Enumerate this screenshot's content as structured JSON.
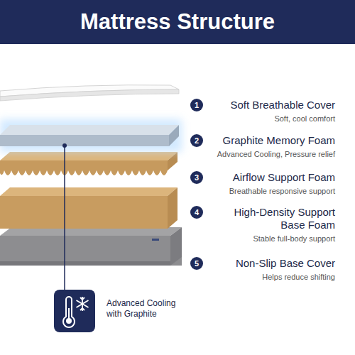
{
  "diagram": {
    "title": "Mattress Structure",
    "labels": [
      "1",
      "Soft Breathable Cover",
      "Soft, cool comfort",
      "2",
      "Graphite Memory Foam",
      "Advanced Cooling, Pressure relief",
      "3",
      "Airflow Support Foam",
      "Breathable responsive support",
      "4",
      "High-Density Support Base Foam",
      "Stable full-body support",
      "5",
      "Non-Slip Base Cover",
      "Helps reduce shifting",
      "Advanced Cooling with Graphite"
    ]
  }
}
